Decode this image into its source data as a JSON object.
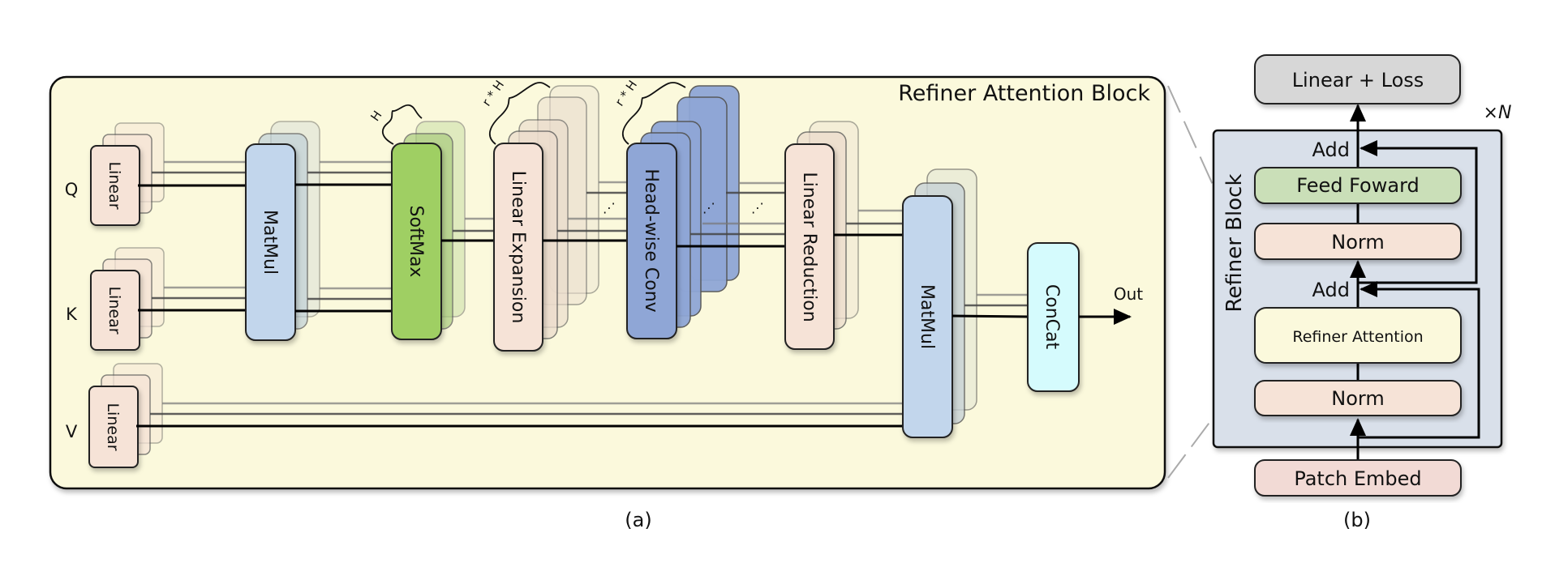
{
  "panel_a": {
    "title": "Refiner Attention Block",
    "caption": "(a)",
    "inputs": [
      "Q",
      "K",
      "V"
    ],
    "linear_label": "Linear",
    "matmul_label": "MatMul",
    "softmax_label": "SoftMax",
    "softmax_brace": "H",
    "linear_expansion_label": "Linear Expansion",
    "linear_expansion_brace": "r * H",
    "headwise_conv_label": "Head-wise Conv",
    "headwise_conv_brace": "r * H",
    "linear_reduction_label": "Linear Reduction",
    "matmul2_label": "MatMul",
    "concat_label": "ConCat",
    "output_label": "Out",
    "ellipsis": "⋰"
  },
  "panel_b": {
    "caption": "(b)",
    "block_label": "Refiner Block",
    "repeat_label": "×N",
    "top_box": "Linear + Loss",
    "add_upper": "Add",
    "feed_forward": "Feed Foward",
    "norm_upper": "Norm",
    "add_lower": "Add",
    "refiner_attention": "Refiner Attention",
    "norm_lower": "Norm",
    "patch_embed": "Patch Embed"
  },
  "colors": {
    "block_bg": "#fbf9dc",
    "linear": "#f6e3d7",
    "matmul": "#c2d6ec",
    "softmax": "#9fcf63",
    "headwise": "#8fa6d6",
    "concat": "#d5fbfd",
    "refiner_bg": "#d9e0ea",
    "feed_forward": "#cadfb8",
    "patch_embed": "#f2dad5",
    "linear_loss": "#d7d7d7"
  }
}
